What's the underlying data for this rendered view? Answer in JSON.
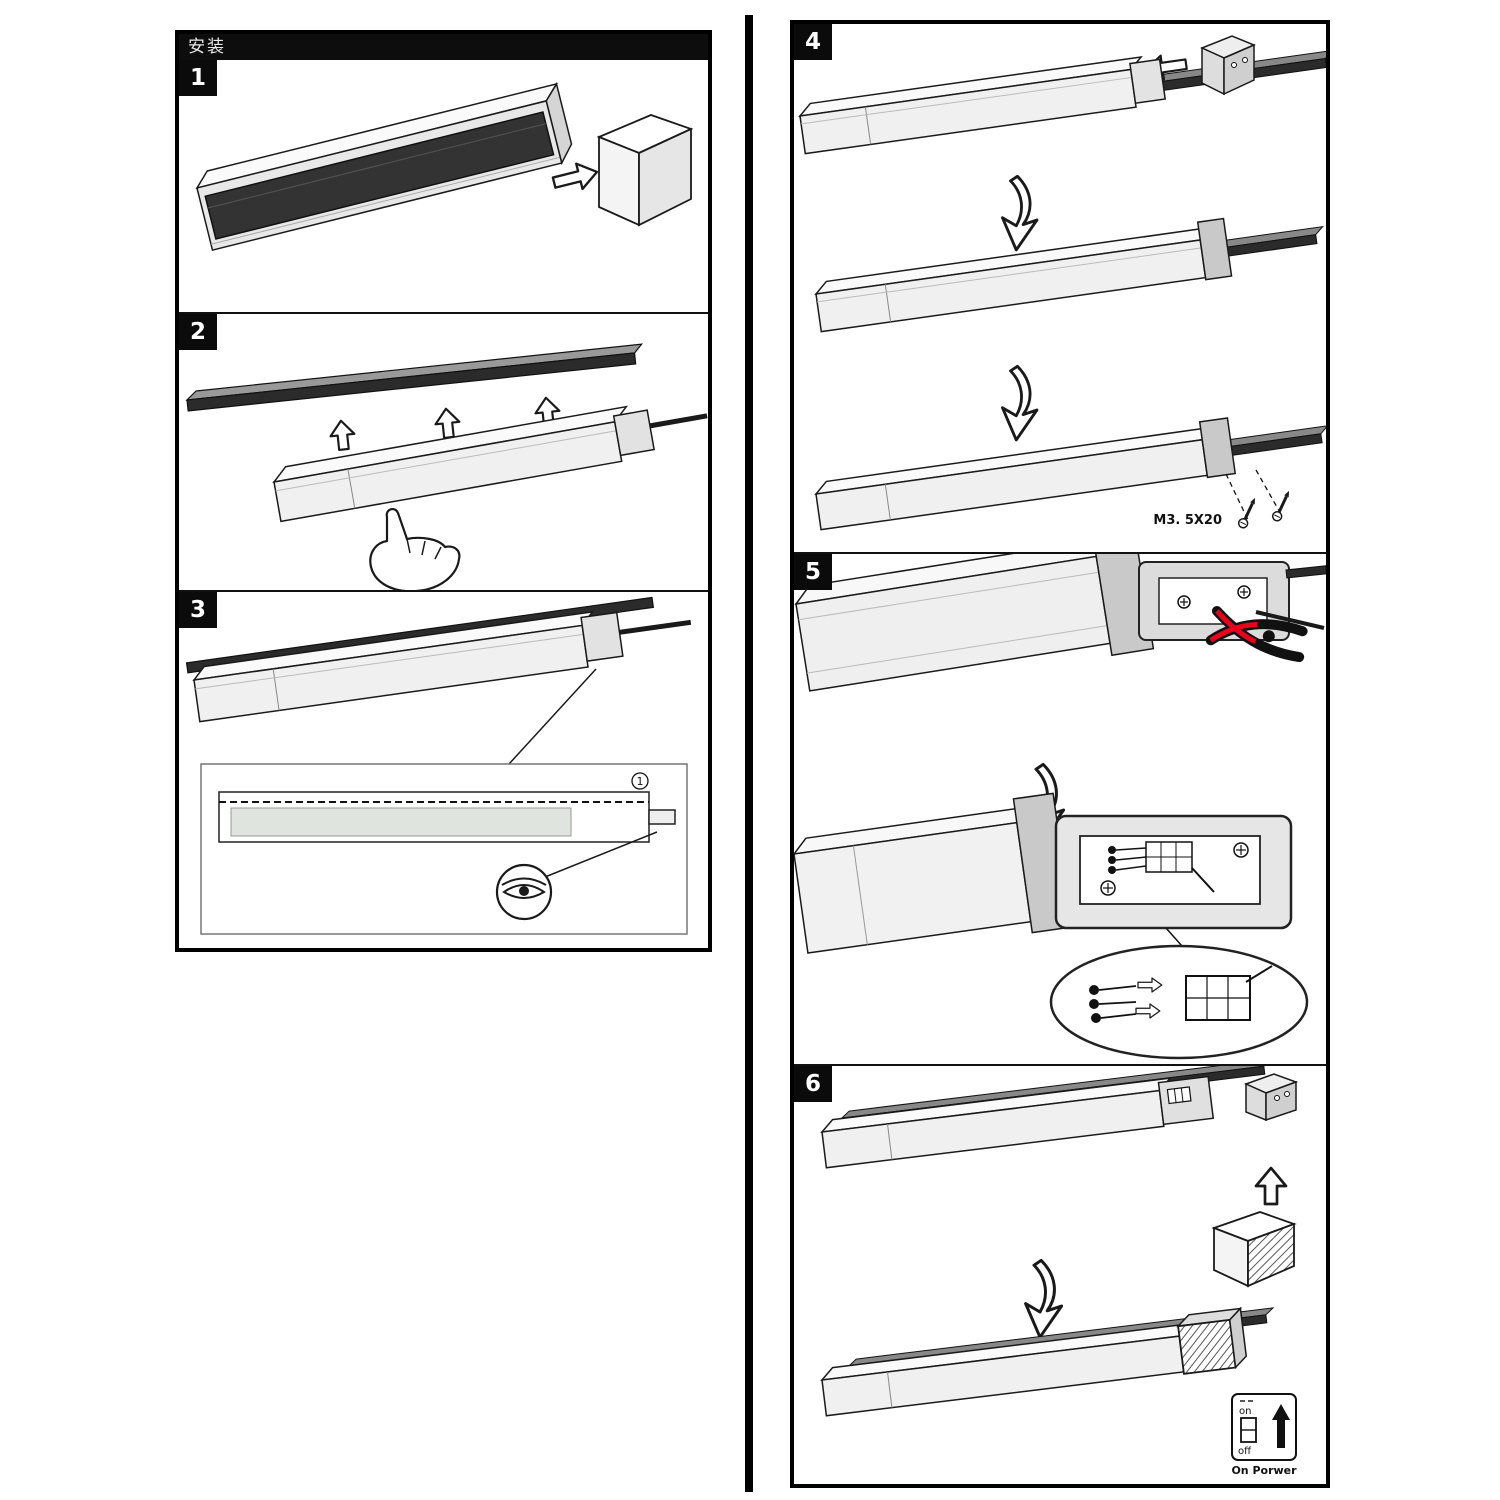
{
  "document": {
    "header": "安装"
  },
  "left_panel": {
    "header": "安装",
    "steps": [
      {
        "number": "1"
      },
      {
        "number": "2"
      },
      {
        "number": "3",
        "inset_marker": "1"
      }
    ]
  },
  "right_panel": {
    "steps": [
      {
        "number": "4",
        "screw_label": "M3. 5X20"
      },
      {
        "number": "5"
      },
      {
        "number": "6",
        "switch_on_label": "on",
        "switch_off_label": "off",
        "power_caption": "On Porwer"
      }
    ]
  },
  "colors": {
    "ink": "#111111",
    "accent_red": "#e8001d",
    "panel_background": "#ffffff",
    "diffuser_dark": "#333333",
    "bracket_gray": "#c9c9c9"
  },
  "icons": {
    "step1": [
      "arrow-right-icon",
      "end-cap"
    ],
    "step2": [
      "arrow-up-icon",
      "hand-icon"
    ],
    "step3": [
      "eye-icon",
      "circled-1-marker"
    ],
    "step4": [
      "arrow-left-icon",
      "curved-arrow-down-icon",
      "screw-icon"
    ],
    "step5": [
      "pliers-icon",
      "curved-arrow-down-icon",
      "wire-connector",
      "magnifier-ellipse"
    ],
    "step6": [
      "arrow-up-icon",
      "curved-arrow-down-icon",
      "end-cap-hatched",
      "power-switch-icon"
    ]
  }
}
